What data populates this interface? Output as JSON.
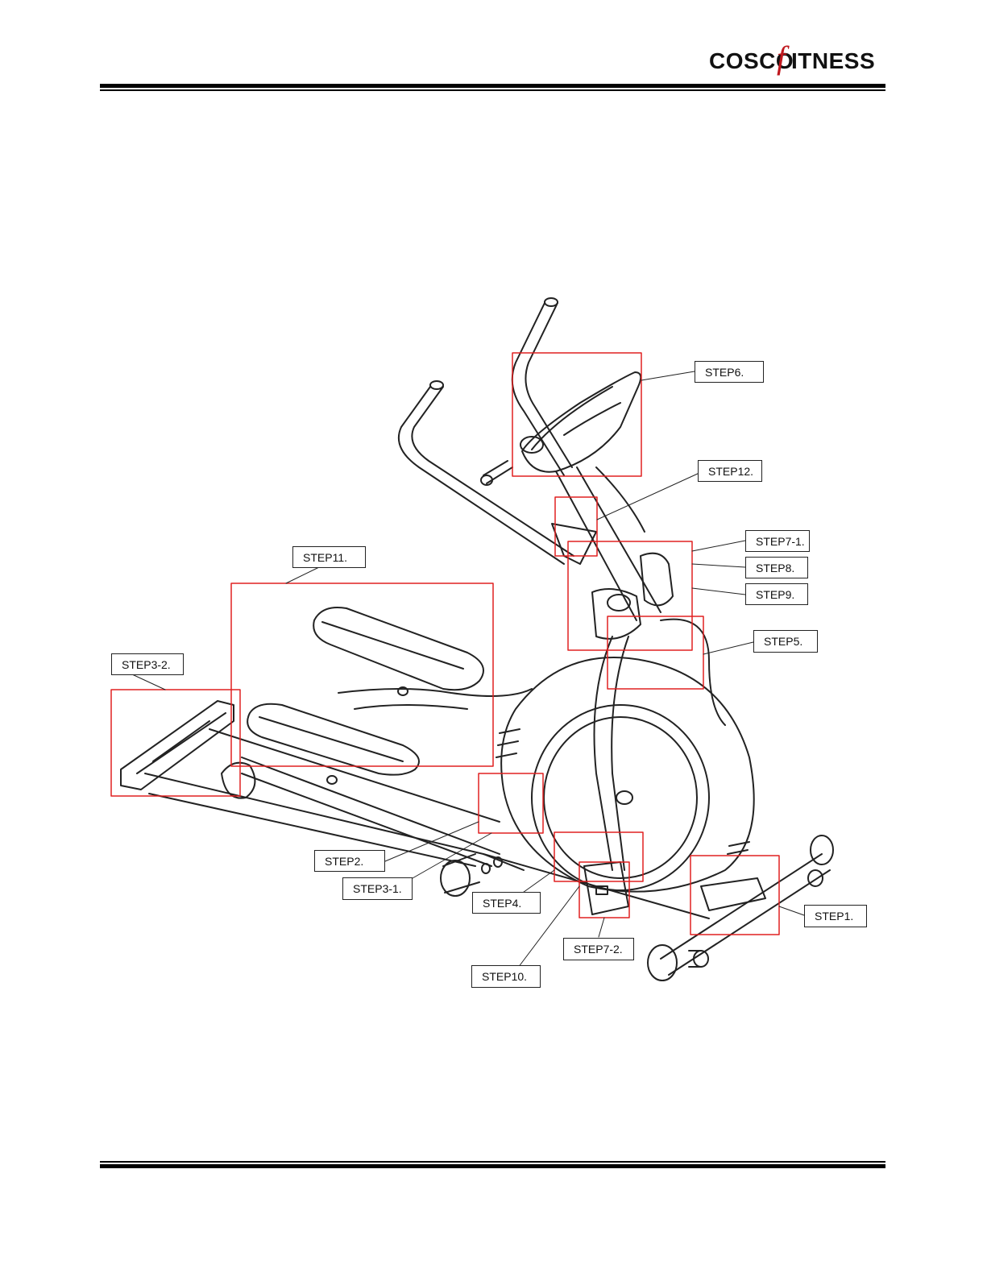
{
  "header": {
    "logo_left": "COSCO",
    "logo_mid": "f",
    "logo_right": "ITNESS",
    "brand_color": "#c0181e"
  },
  "callouts": {
    "step6": "STEP6.",
    "step12": "STEP12.",
    "step7_1": "STEP7-1.",
    "step8": "STEP8.",
    "step9": "STEP9.",
    "step5": "STEP5.",
    "step11": "STEP11.",
    "step3_2": "STEP3-2.",
    "step2": "STEP2.",
    "step3_1": "STEP3-1.",
    "step4": "STEP4.",
    "step1": "STEP1.",
    "step7_2": "STEP7-2.",
    "step10": "STEP10."
  },
  "colors": {
    "highlight_box": "#e02020",
    "line_art": "#222222"
  }
}
